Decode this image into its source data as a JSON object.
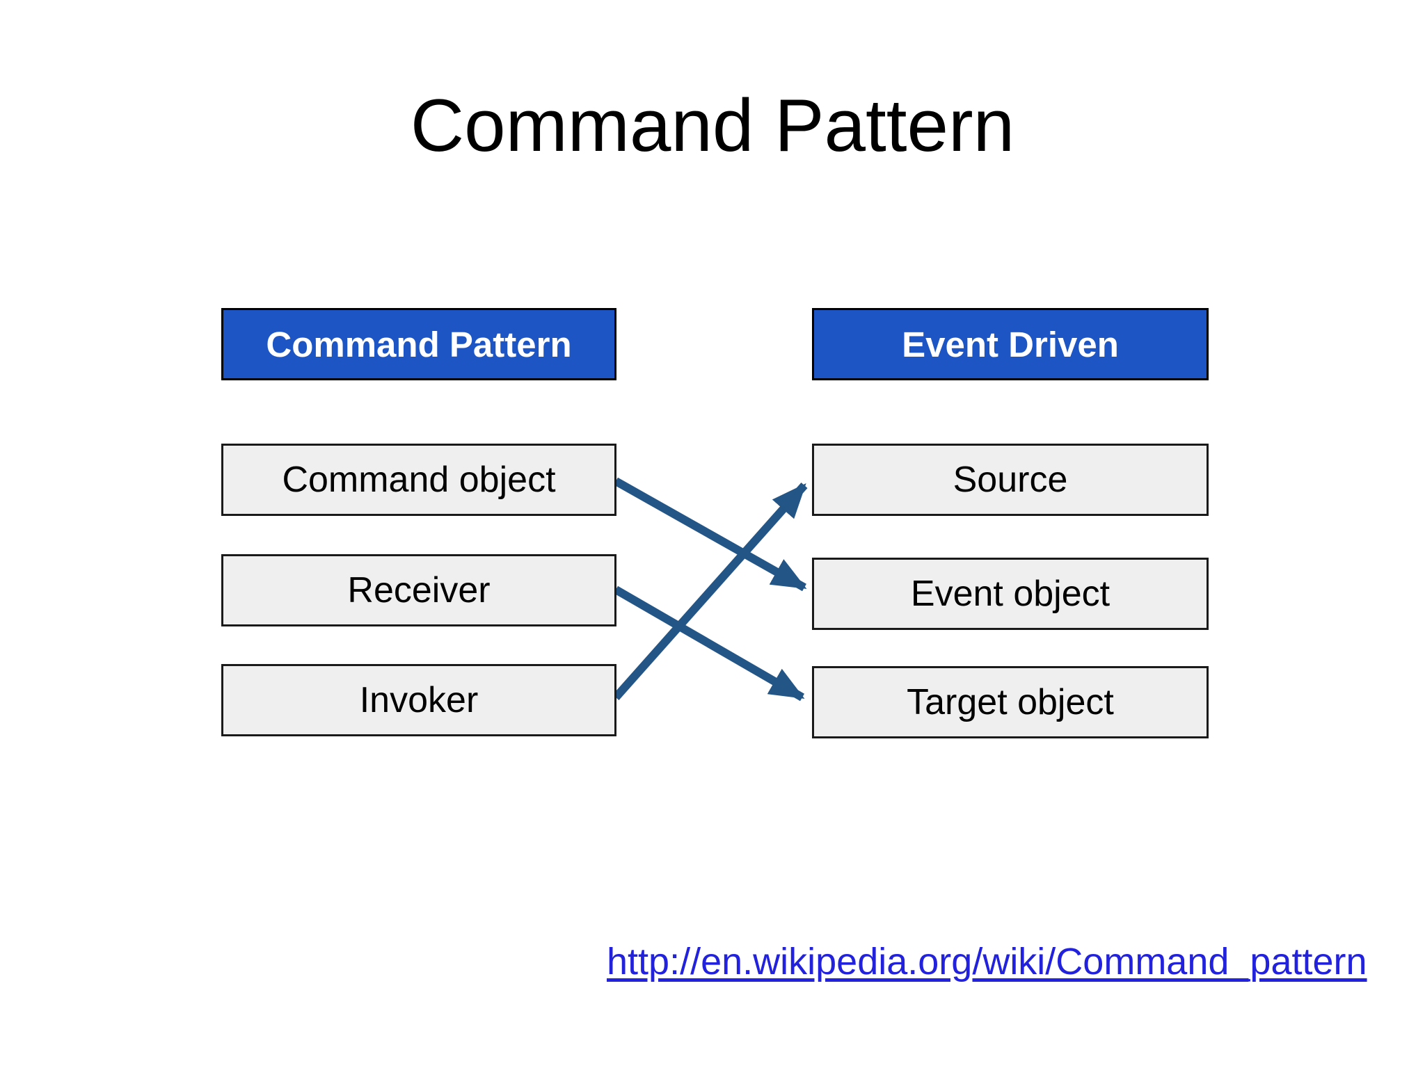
{
  "slide_title": "Command Pattern",
  "left_column": {
    "header": "Command Pattern",
    "items": [
      "Command object",
      "Receiver",
      "Invoker"
    ]
  },
  "right_column": {
    "header": "Event Driven",
    "items": [
      "Source",
      "Event object",
      "Target object"
    ]
  },
  "mappings": [
    {
      "from": "Command object",
      "to": "Event object"
    },
    {
      "from": "Receiver",
      "to": "Target object"
    },
    {
      "from": "Invoker",
      "to": "Source"
    }
  ],
  "footer_link": "http://en.wikipedia.org/wiki/Command_pattern",
  "colors": {
    "header_bg": "#1d56c4",
    "header_text": "#ffffff",
    "box_bg": "#efefef",
    "box_border": "#1a1a1a",
    "arrow": "#235586",
    "link": "#2222dd",
    "title_color": "#000000"
  }
}
